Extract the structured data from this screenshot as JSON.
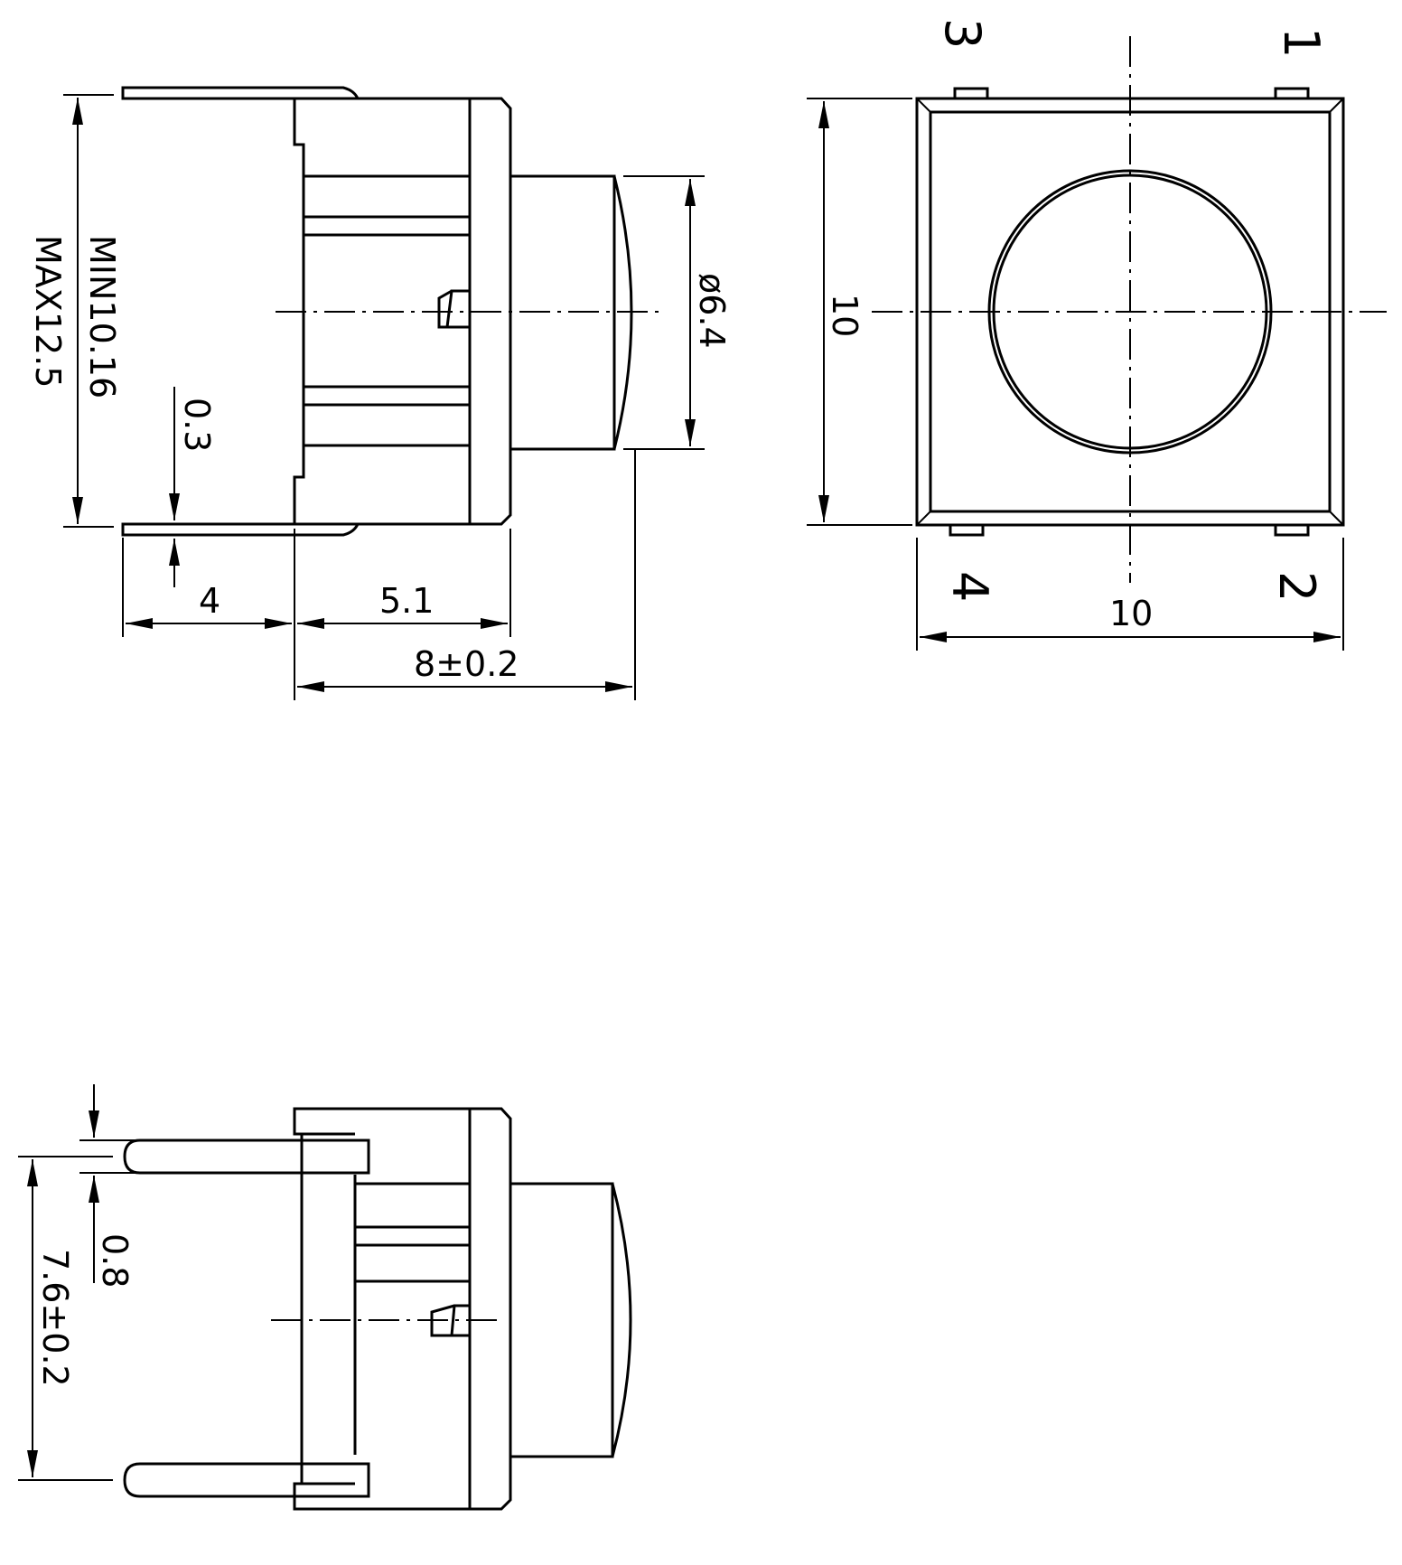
{
  "side_view": {
    "dim_height": "MIN10.16",
    "dim_height_max": "MAX12.5",
    "dim_lead_thickness": "0.3",
    "dim_lead_length": "4",
    "dim_body_depth": "5.1",
    "dim_total_depth": "8±0.2",
    "dim_cap_diameter": "ø6.4"
  },
  "top_view": {
    "pin_1": "1",
    "pin_2": "2",
    "pin_3": "3",
    "pin_4": "4",
    "dim_height": "10",
    "dim_width": "10"
  },
  "bottom_view": {
    "dim_lead_width": "0.8",
    "dim_lead_pitch": "7.6±0.2"
  }
}
